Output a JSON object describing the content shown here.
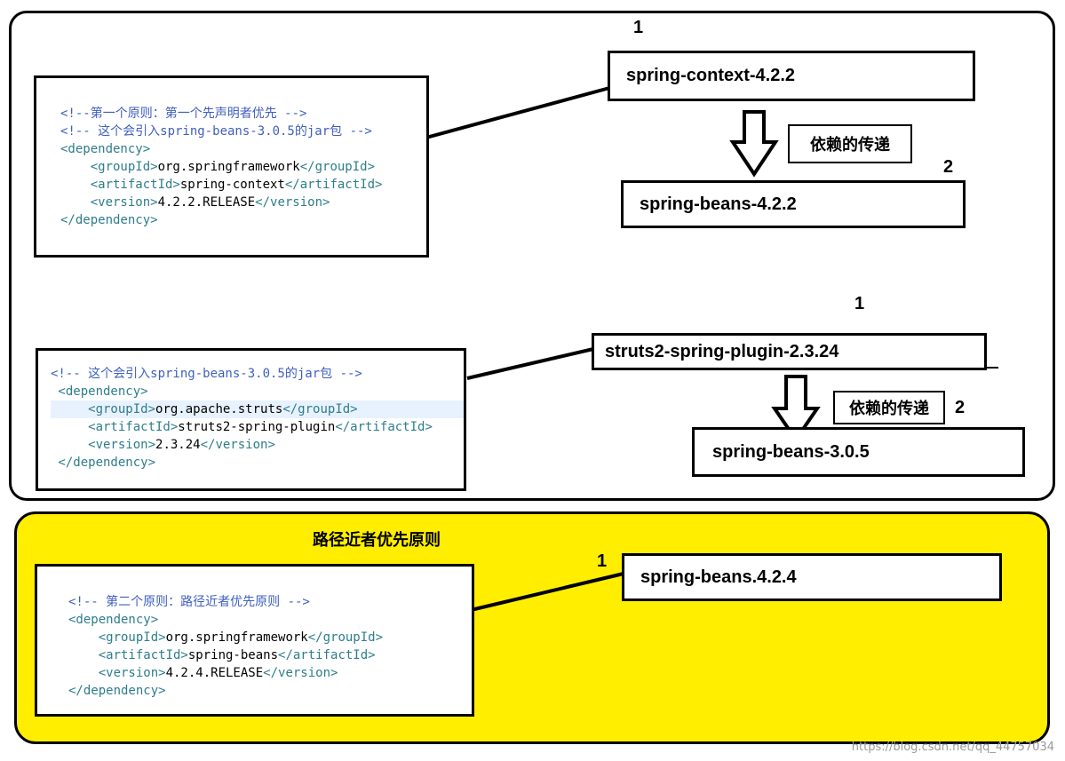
{
  "top": {
    "code1": {
      "lines": [
        [
          {
            "t": "<!--第一个原则：第一个先声明者优先 -->",
            "c": "comment"
          }
        ],
        [
          {
            "t": "<!-- 这个会引入spring-beans-3.0.5的jar包 -->",
            "c": "comment"
          }
        ],
        [
          {
            "t": "<dependency>",
            "c": "tag"
          }
        ],
        [
          {
            "t": "    <groupId>",
            "c": "tag"
          },
          {
            "t": "org.springframework",
            "c": "text"
          },
          {
            "t": "</groupId>",
            "c": "tag"
          }
        ],
        [
          {
            "t": "    <artifactId>",
            "c": "tag"
          },
          {
            "t": "spring-context",
            "c": "text"
          },
          {
            "t": "</artifactId>",
            "c": "tag"
          }
        ],
        [
          {
            "t": "    <version>",
            "c": "tag"
          },
          {
            "t": "4.2.2.RELEASE",
            "c": "text"
          },
          {
            "t": "</version>",
            "c": "tag"
          }
        ],
        [
          {
            "t": "</dependency>",
            "c": "tag"
          }
        ]
      ]
    },
    "code2": {
      "lines": [
        [
          {
            "t": "<!-- 这个会引入spring-beans-3.0.5的jar包 -->",
            "c": "comment"
          }
        ],
        [
          {
            "t": " <dependency>",
            "c": "tag"
          }
        ],
        [
          {
            "t": "     <groupId>",
            "c": "tag"
          },
          {
            "t": "org.apache.struts",
            "c": "text"
          },
          {
            "t": "</groupId>",
            "c": "tag"
          }
        ],
        [
          {
            "t": "     <artifactId>",
            "c": "tag"
          },
          {
            "t": "struts2-spring-plugin",
            "c": "text"
          },
          {
            "t": "</artifactId>",
            "c": "tag"
          }
        ],
        [
          {
            "t": "     <version>",
            "c": "tag"
          },
          {
            "t": "2.3.24",
            "c": "text"
          },
          {
            "t": "</version>",
            "c": "tag"
          }
        ],
        [
          {
            "t": " </dependency>",
            "c": "tag"
          }
        ]
      ],
      "highlight_line": 2
    },
    "spring_context": "spring-context-4.2.2",
    "spring_beans_422": "spring-beans-4.2.2",
    "struts_plugin": "struts2-spring-plugin-2.3.24",
    "spring_beans_305": "spring-beans-3.0.5",
    "transfer_label_1": "依赖的传递",
    "transfer_label_2": "依赖的传递",
    "num_1a": "1",
    "num_2a": "2",
    "num_1b": "1",
    "num_2b": "2"
  },
  "bottom": {
    "title": "路径近者优先原则",
    "code3": {
      "lines": [
        [
          {
            "t": "<!-- 第二个原则：路径近者优先原则 -->",
            "c": "comment"
          }
        ],
        [
          {
            "t": "<dependency>",
            "c": "tag"
          }
        ],
        [
          {
            "t": "    <groupId>",
            "c": "tag"
          },
          {
            "t": "org.springframework",
            "c": "text"
          },
          {
            "t": "</groupId>",
            "c": "tag"
          }
        ],
        [
          {
            "t": "    <artifactId>",
            "c": "tag"
          },
          {
            "t": "spring-beans",
            "c": "text"
          },
          {
            "t": "</artifactId>",
            "c": "tag"
          }
        ],
        [
          {
            "t": "    <version>",
            "c": "tag"
          },
          {
            "t": "4.2.4.RELEASE",
            "c": "text"
          },
          {
            "t": "</version>",
            "c": "tag"
          }
        ],
        [
          {
            "t": "</dependency>",
            "c": "tag"
          }
        ]
      ]
    },
    "spring_beans_424": "spring-beans.4.2.4",
    "num_1c": "1"
  },
  "watermark": "https://blog.csdn.net/qq_44757034"
}
